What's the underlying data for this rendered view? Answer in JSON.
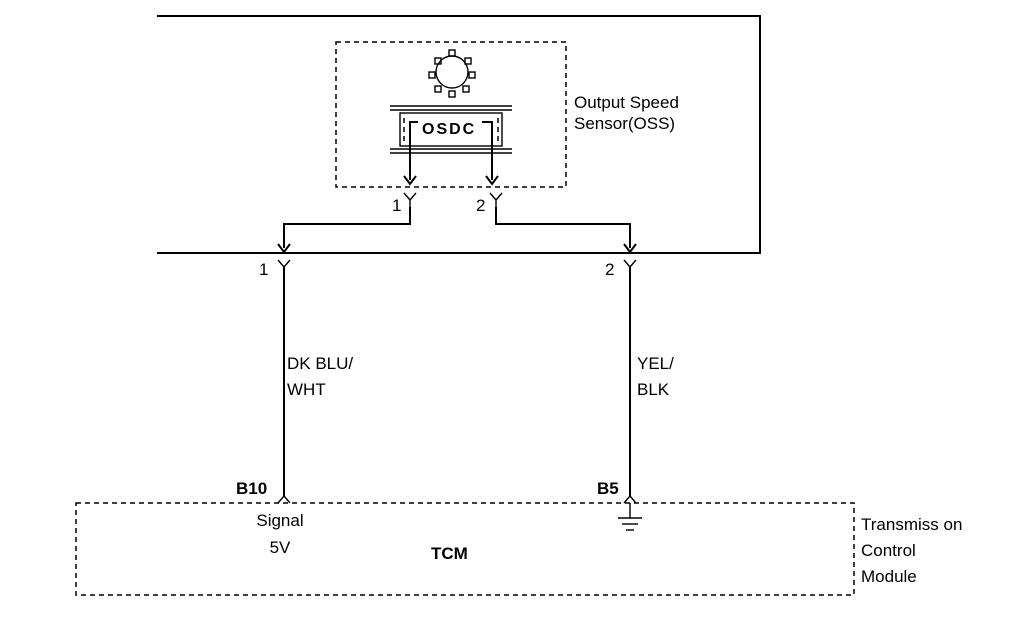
{
  "sensor": {
    "name_line1": "Output Speed",
    "name_line2": "Sensor(OSS)",
    "chip_text": "OSDC",
    "pin1": "1",
    "pin2": "2"
  },
  "harness": {
    "pin1": "1",
    "pin2": "2",
    "wire1_line1": "DK BLU/",
    "wire1_line2": "WHT",
    "wire2_line1": "YEL/",
    "wire2_line2": "BLK"
  },
  "tcm": {
    "pin_b10": "B10",
    "pin_b5": "B5",
    "signal_line1": "Signal",
    "signal_line2": "5V",
    "label": "TCM",
    "name_line1": "Transmiss on",
    "name_line2": "Control",
    "name_line3": "Module"
  }
}
